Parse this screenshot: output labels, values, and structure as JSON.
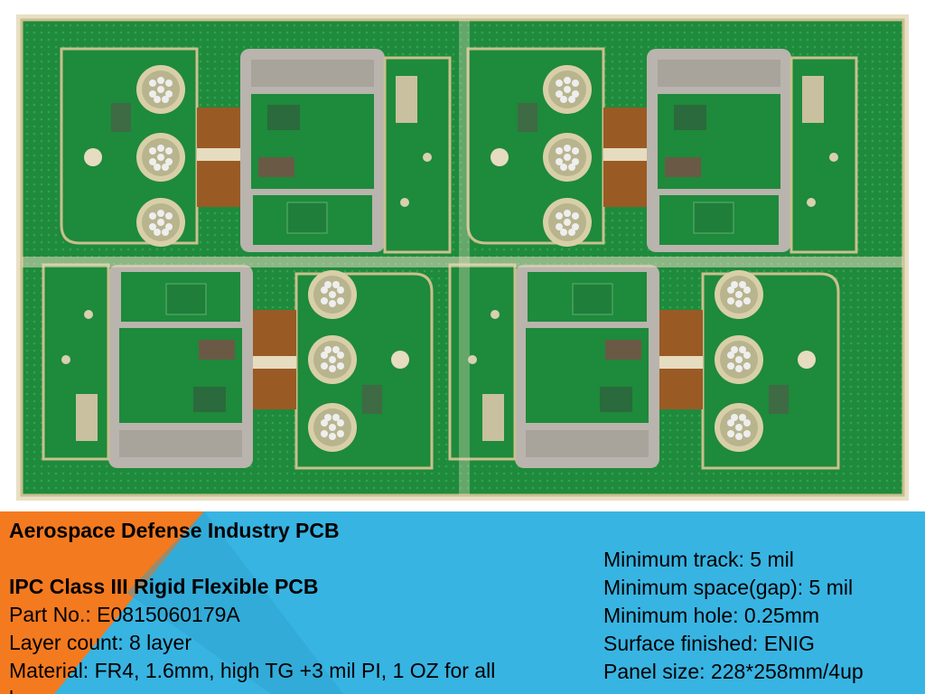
{
  "heading": "Aerospace Defense Industry PCB",
  "subheading": "IPC Class III Rigid Flexible PCB",
  "left_specs": [
    "Part No.: E0815060179A",
    "Layer count: 8 layer",
    "Material: FR4, 1.6mm, high TG +3 mil PI, 1 OZ for all",
    "layer"
  ],
  "right_specs": [
    "Minimum track: 5 mil",
    "Minimum space(gap): 5 mil",
    "Minimum hole: 0.25mm",
    "Surface finished: ENIG",
    "Panel size: 228*258mm/4up"
  ],
  "colors": {
    "banner_blue": "#38b4e2",
    "banner_orange": "#f47a20",
    "board_green": "#1f8a3c",
    "panel_tan": "#e6dcbf",
    "flex_copper": "#9a5a24",
    "silver_frame": "#b9b4ad"
  }
}
